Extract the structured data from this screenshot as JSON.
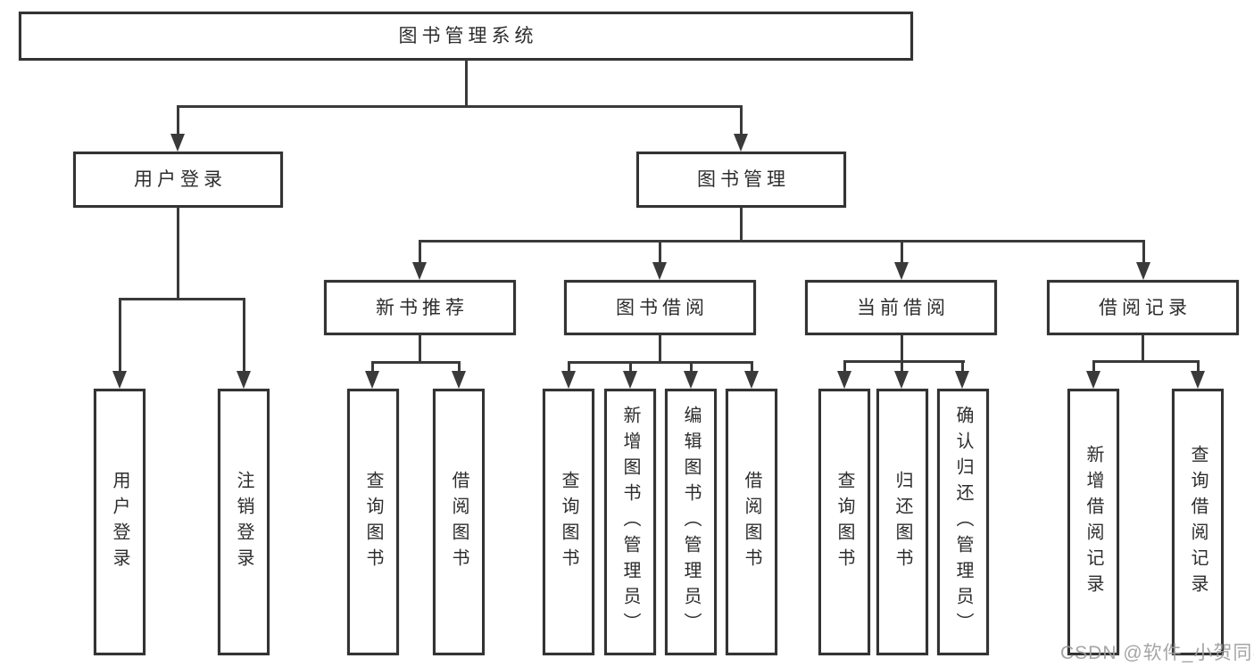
{
  "diagram": {
    "type": "hierarchy-tree",
    "title": "图书管理系统",
    "colors": {
      "line": "#3a3a3a",
      "box_border": "#333333",
      "box_background": "#ffffff",
      "text": "#2d2d2d",
      "watermark": "#9e9e9e"
    },
    "root": {
      "label": "图书管理系统"
    },
    "level2": [
      {
        "id": "user-login",
        "label": "用户登录",
        "parent": "图书管理系统"
      },
      {
        "id": "book-management",
        "label": "图书管理",
        "parent": "图书管理系统"
      }
    ],
    "level3": [
      {
        "id": "new-book-recommend",
        "label": "新书推荐",
        "parent": "图书管理"
      },
      {
        "id": "book-borrowing",
        "label": "图书借阅",
        "parent": "图书管理"
      },
      {
        "id": "current-borrowing",
        "label": "当前借阅",
        "parent": "图书管理"
      },
      {
        "id": "borrowing-records",
        "label": "借阅记录",
        "parent": "图书管理"
      }
    ],
    "leaves": [
      {
        "label": "用户登录",
        "parent": "用户登录"
      },
      {
        "label": "注销登录",
        "parent": "用户登录"
      },
      {
        "label": "查询图书",
        "parent": "新书推荐"
      },
      {
        "label": "借阅图书",
        "parent": "新书推荐"
      },
      {
        "label": "查询图书",
        "parent": "图书借阅"
      },
      {
        "label": "新增图书（管理员）",
        "parent": "图书借阅"
      },
      {
        "label": "编辑图书（管理员）",
        "parent": "图书借阅"
      },
      {
        "label": "借阅图书",
        "parent": "图书借阅"
      },
      {
        "label": "查询图书",
        "parent": "当前借阅"
      },
      {
        "label": "归还图书",
        "parent": "当前借阅"
      },
      {
        "label": "确认归还（管理员）",
        "parent": "当前借阅"
      },
      {
        "label": "新增借阅记录",
        "parent": "借阅记录"
      },
      {
        "label": "查询借阅记录",
        "parent": "借阅记录"
      }
    ]
  },
  "watermark": {
    "text": "CSDN @软件_小贺同学"
  }
}
